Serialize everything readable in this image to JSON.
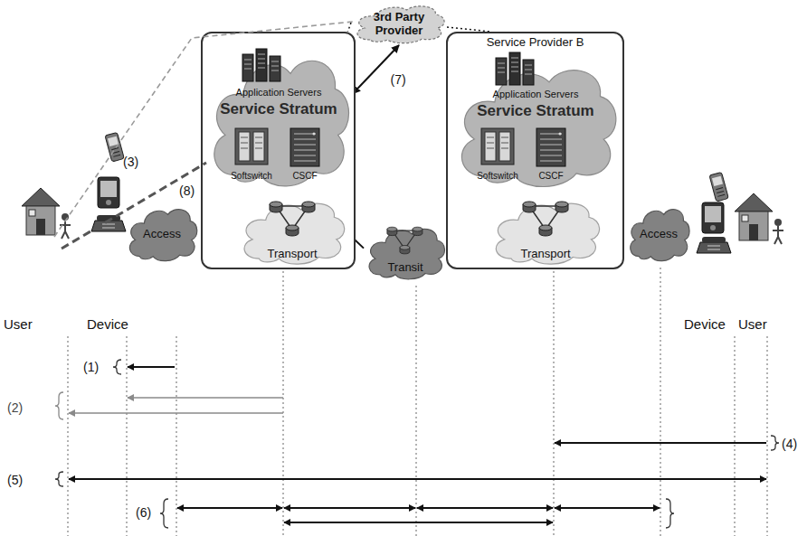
{
  "diagram": {
    "nodes": [
      {
        "text": [
          "3rd Party Provider"
        ]
      },
      {
        "text": [
          "Access"
        ]
      },
      {
        "text": []
      },
      {
        "text": [
          "Application Servers",
          "Service Stratum"
        ],
        "in": 2
      },
      {
        "text": [
          "Softswitch"
        ],
        "in": 3
      },
      {
        "text": [
          "CSCF"
        ],
        "in": 3
      },
      {
        "text": [
          "Transport"
        ],
        "in": 2
      },
      {
        "text": [
          "Transit"
        ]
      },
      {
        "text": [
          "Service Provider B"
        ]
      },
      {
        "text": [
          "Application Servers",
          "Service Stratum"
        ],
        "in": 8
      },
      {
        "text": [
          "Softswitch"
        ],
        "in": 9
      },
      {
        "text": [
          "CSCF"
        ],
        "in": 9
      },
      {
        "text": [
          "Transport"
        ],
        "in": 8
      },
      {
        "text": [
          "Access"
        ]
      }
    ],
    "edges": [
      {
        "from": 0,
        "to": 2,
        "arrow": "none"
      },
      {
        "from": 0,
        "to": 8,
        "arrow": "none"
      },
      {
        "from": 0,
        "to": 3,
        "label": "(7)",
        "arrow": "both"
      },
      {
        "from": 6,
        "to": 7,
        "arrow": "none"
      },
      {
        "from": 7,
        "to": 12,
        "arrow": "none"
      }
    ],
    "labels": [
      "(3)",
      "(8)",
      "User",
      "Device",
      "Device",
      "User",
      "(1)",
      "(2)",
      "(4)",
      "(5)",
      "(6)"
    ]
  }
}
